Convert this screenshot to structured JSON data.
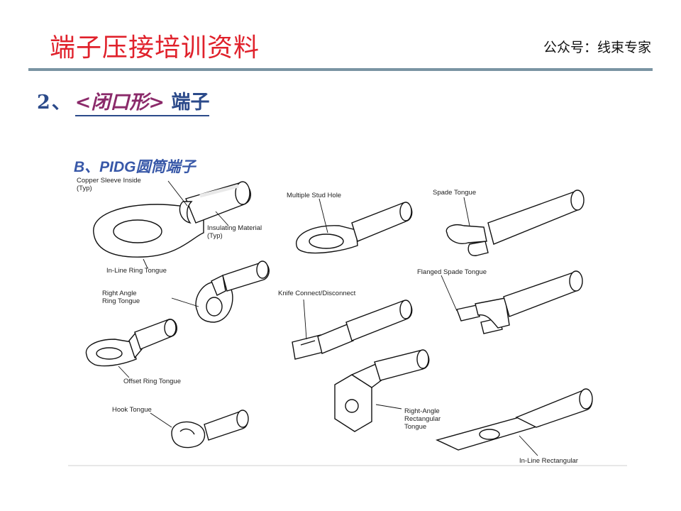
{
  "header": {
    "title": "端子压接培训资料",
    "account": "公众号：线束专家"
  },
  "section": {
    "number": "2",
    "separator": "、",
    "lt": "<",
    "name": "闭口形",
    "gt": ">",
    "suffix": "端子"
  },
  "figure": {
    "subtitle": "B、PIDG圆筒端子",
    "labels": {
      "copper_sleeve_1": "Copper Sleeve Inside",
      "copper_sleeve_2": "(Typ)",
      "insulating_1": "Insulating Material",
      "insulating_2": "(Typ)",
      "inline_ring": "In-Line Ring Tongue",
      "right_angle_ring_1": "Right Angle",
      "right_angle_ring_2": "Ring Tongue",
      "offset_ring": "Offset Ring Tongue",
      "hook": "Hook Tongue",
      "multiple_stud": "Multiple Stud Hole",
      "knife": "Knife Connect/Disconnect",
      "spade": "Spade Tongue",
      "flanged_spade": "Flanged Spade Tongue",
      "ra_rect_1": "Right-Angle",
      "ra_rect_2": "Rectangular",
      "ra_rect_3": "Tongue",
      "inline_rect": "In-Line Rectangular"
    }
  }
}
